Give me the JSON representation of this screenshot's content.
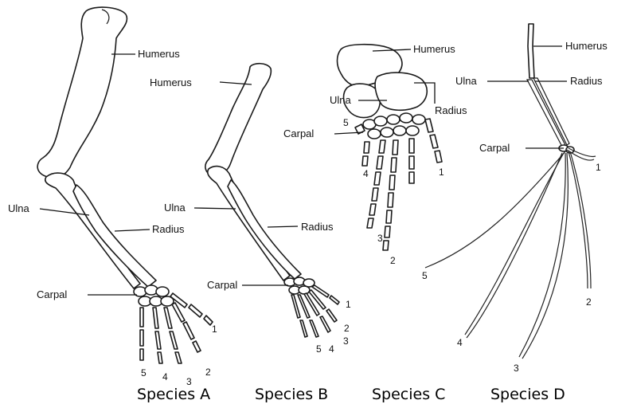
{
  "labels": {
    "humerus": "Humerus",
    "ulna": "Ulna",
    "radius": "Radius",
    "carpal": "Carpal"
  },
  "digits": [
    "1",
    "2",
    "3",
    "4",
    "5"
  ],
  "species": {
    "a": "Species A",
    "b": "Species B",
    "c": "Species C",
    "d": "Species D"
  }
}
